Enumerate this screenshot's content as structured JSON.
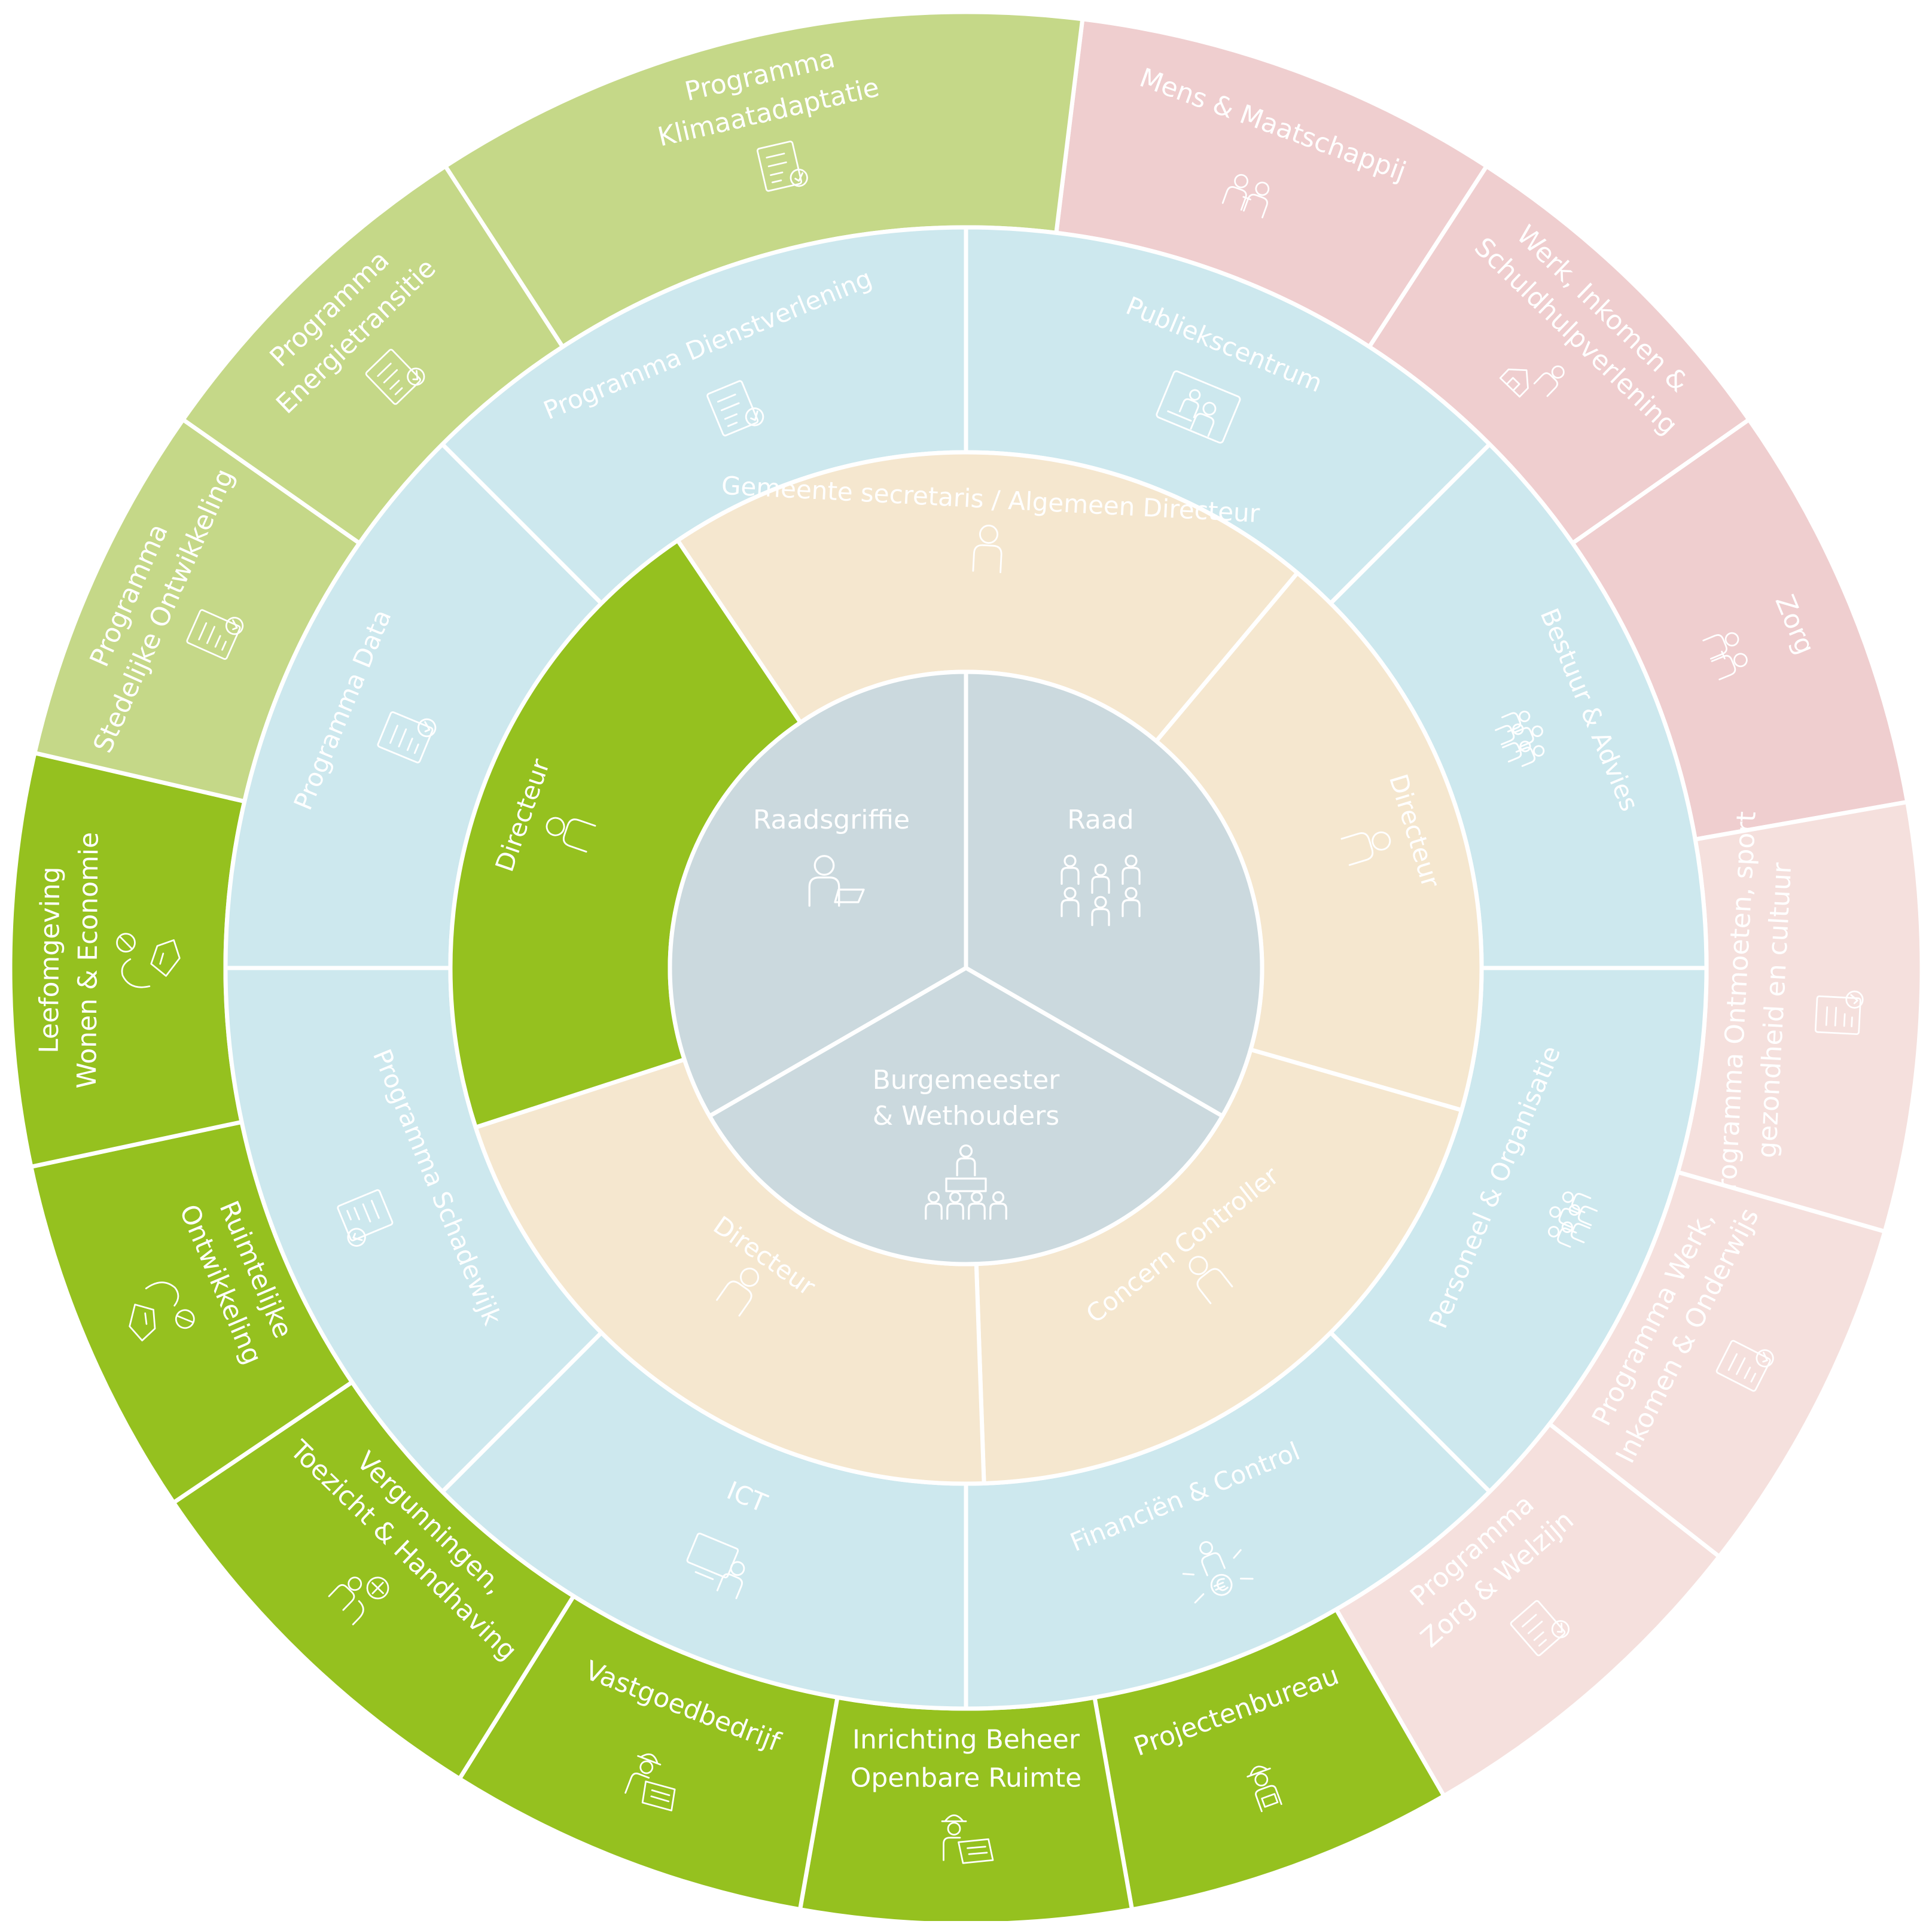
{
  "colors": {
    "outer_green": "#c5d888",
    "dark_green": "#95c11f",
    "pink": "#efcecf",
    "light_pink": "#f5e0dd",
    "blue": "#cde8ee",
    "cream": "#f5e7cf",
    "center": "#cbd9de",
    "line": "#ffffff",
    "text": "#ffffff"
  },
  "center": [
    {
      "id": "raadsgriffie",
      "lines": [
        "Raadsgriffie"
      ],
      "icon": "person-tablet-icon"
    },
    {
      "id": "raad",
      "lines": [
        "Raad"
      ],
      "icon": "council-icon"
    },
    {
      "id": "burgemeester",
      "lines": [
        "Burgemeester",
        "& Wethouders"
      ],
      "icon": "board-meeting-icon"
    }
  ],
  "ring_inner": [
    {
      "id": "gemeente-secretaris",
      "lines": [
        "Gemeente secretaris / Algemeen Directeur"
      ],
      "color": "cream",
      "icon": "person-icon"
    },
    {
      "id": "directeur-right",
      "lines": [
        "Directeur"
      ],
      "color": "cream",
      "icon": "person-icon"
    },
    {
      "id": "concern-controller",
      "lines": [
        "Concern Controller"
      ],
      "color": "cream",
      "icon": "person-icon"
    },
    {
      "id": "directeur-bottom",
      "lines": [
        "Directeur"
      ],
      "color": "cream",
      "icon": "person-icon"
    },
    {
      "id": "directeur-left",
      "lines": [
        "Directeur"
      ],
      "color": "dark_green",
      "icon": "person-icon"
    }
  ],
  "ring_middle": [
    {
      "id": "publiekscentrum",
      "lines": [
        "Publiekscentrum"
      ],
      "icon": "service-desk-icon"
    },
    {
      "id": "bestuur-advies",
      "lines": [
        "Bestuur & Advies"
      ],
      "icon": "group-icon"
    },
    {
      "id": "personeel-organisatie",
      "lines": [
        "Personeel & Organisatie"
      ],
      "icon": "team-icon"
    },
    {
      "id": "financien-control",
      "lines": [
        "Financiën & Control"
      ],
      "icon": "euro-person-icon"
    },
    {
      "id": "ict",
      "lines": [
        "ICT"
      ],
      "icon": "computer-user-icon"
    },
    {
      "id": "programma-schadewijk",
      "lines": [
        "Programma Schadewijk"
      ],
      "icon": "checklist-icon"
    },
    {
      "id": "programma-data",
      "lines": [
        "Programma Data"
      ],
      "icon": "checklist-icon"
    },
    {
      "id": "programma-dienstverlening",
      "lines": [
        "Programma Dienstverlening"
      ],
      "icon": "checklist-icon"
    }
  ],
  "ring_outer": [
    {
      "id": "mens-maatschappij",
      "lines": [
        "Mens & Maatschappij"
      ],
      "color": "pink",
      "icon": "people-icon"
    },
    {
      "id": "werk-inkomen",
      "lines": [
        "Werk, Inkomen &",
        "Schuldhulpverlening"
      ],
      "color": "pink",
      "icon": "person-house-icon"
    },
    {
      "id": "zorg",
      "lines": [
        "Zorg"
      ],
      "color": "pink",
      "icon": "care-icon"
    },
    {
      "id": "programma-ontmoeten",
      "lines": [
        "Programma Ontmoeten, sport",
        "gezondheid en cultuur"
      ],
      "color": "light_pink",
      "icon": "checklist-icon"
    },
    {
      "id": "programma-werk-onderwijs",
      "lines": [
        "Programma Werk,",
        "Inkomen & Onderwijs"
      ],
      "color": "light_pink",
      "icon": "checklist-icon"
    },
    {
      "id": "programma-zorg-welzijn",
      "lines": [
        "Programma",
        "Zorg & Welzijn"
      ],
      "color": "light_pink",
      "icon": "checklist-icon"
    },
    {
      "id": "projectenbureau",
      "lines": [
        "Projectenbureau"
      ],
      "color": "dark_green",
      "icon": "worker-icon"
    },
    {
      "id": "inrichting-beheer",
      "lines": [
        "Inrichting Beheer",
        "Openbare Ruimte"
      ],
      "color": "dark_green",
      "icon": "worker-plan-icon"
    },
    {
      "id": "vastgoedbedrijf",
      "lines": [
        "Vastgoedbedrijf"
      ],
      "color": "dark_green",
      "icon": "worker-plan-icon"
    },
    {
      "id": "vergunningen",
      "lines": [
        "Vergunningen,",
        "Toezicht & Handhaving"
      ],
      "color": "dark_green",
      "icon": "inspector-icon"
    },
    {
      "id": "ruimtelijke-ontwikkeling",
      "lines": [
        "Ruimtelijke",
        "Ontwikkeling"
      ],
      "color": "dark_green",
      "icon": "hand-house-icon"
    },
    {
      "id": "leefomgeving",
      "lines": [
        "Leefomgeving",
        "Wonen & Economie"
      ],
      "color": "dark_green",
      "icon": "hand-house-icon"
    },
    {
      "id": "programma-stedelijke",
      "lines": [
        "Programma",
        "Stedelijke Ontwikkeling"
      ],
      "color": "outer_green",
      "icon": "checklist-icon"
    },
    {
      "id": "programma-energietransitie",
      "lines": [
        "Programma",
        "Energietransitie"
      ],
      "color": "outer_green",
      "icon": "checklist-icon"
    },
    {
      "id": "programma-klimaatadaptatie",
      "lines": [
        "Programma",
        "Klimaatadaptatie"
      ],
      "color": "outer_green",
      "icon": "checklist-icon"
    }
  ]
}
